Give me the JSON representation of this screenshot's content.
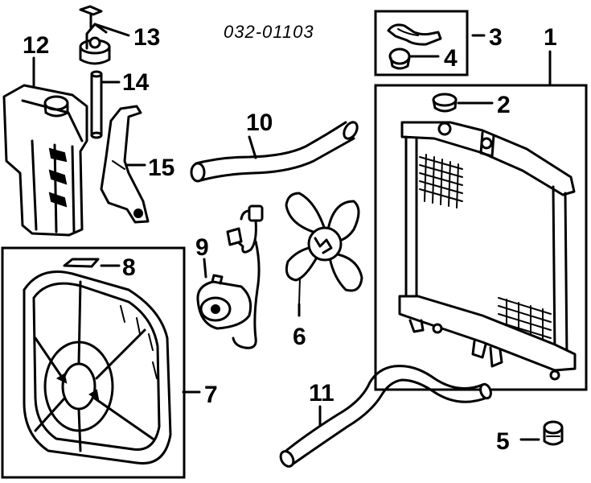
{
  "diagram": {
    "reference_code": "032-01103",
    "callouts": [
      {
        "id": "p1",
        "label": "1"
      },
      {
        "id": "p2",
        "label": "2"
      },
      {
        "id": "p3",
        "label": "3"
      },
      {
        "id": "p4",
        "label": "4"
      },
      {
        "id": "p5",
        "label": "5"
      },
      {
        "id": "p6",
        "label": "6"
      },
      {
        "id": "p7",
        "label": "7"
      },
      {
        "id": "p8",
        "label": "8"
      },
      {
        "id": "p9",
        "label": "9"
      },
      {
        "id": "p10",
        "label": "10"
      },
      {
        "id": "p11",
        "label": "11"
      },
      {
        "id": "p12",
        "label": "12"
      },
      {
        "id": "p13",
        "label": "13"
      },
      {
        "id": "p14",
        "label": "14"
      },
      {
        "id": "p15",
        "label": "15"
      }
    ]
  },
  "colors": {
    "ink": "#000000",
    "paper": "#ffffff"
  }
}
